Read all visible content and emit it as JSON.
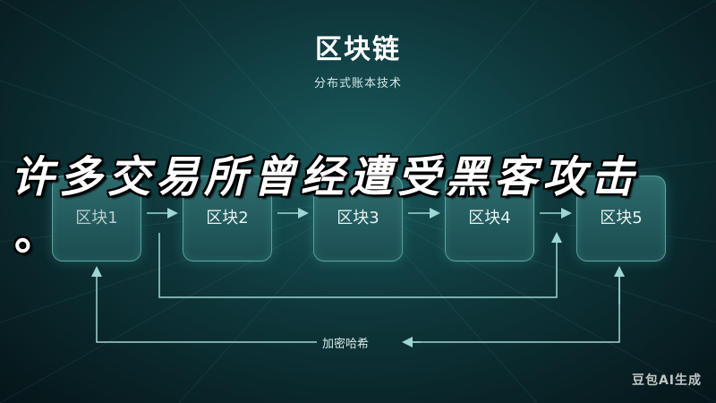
{
  "diagram": {
    "title": "区块链",
    "subtitle": "分布式账本技术",
    "blocks": [
      {
        "label": "区块1"
      },
      {
        "label": "区块2"
      },
      {
        "label": "区块3"
      },
      {
        "label": "区块4"
      },
      {
        "label": "区块5"
      }
    ],
    "hash_label": "加密哈希"
  },
  "overlay": {
    "caption_line1": "许多交易所曾经遭受黑客攻击",
    "caption_line2": "。"
  },
  "watermark": "豆包AI生成",
  "colors": {
    "background": "#0f3a3e",
    "block_fill": "#2a6a6d",
    "block_border": "#8cdcd7",
    "connector": "#9fd6d4",
    "text": "#ffffff"
  }
}
